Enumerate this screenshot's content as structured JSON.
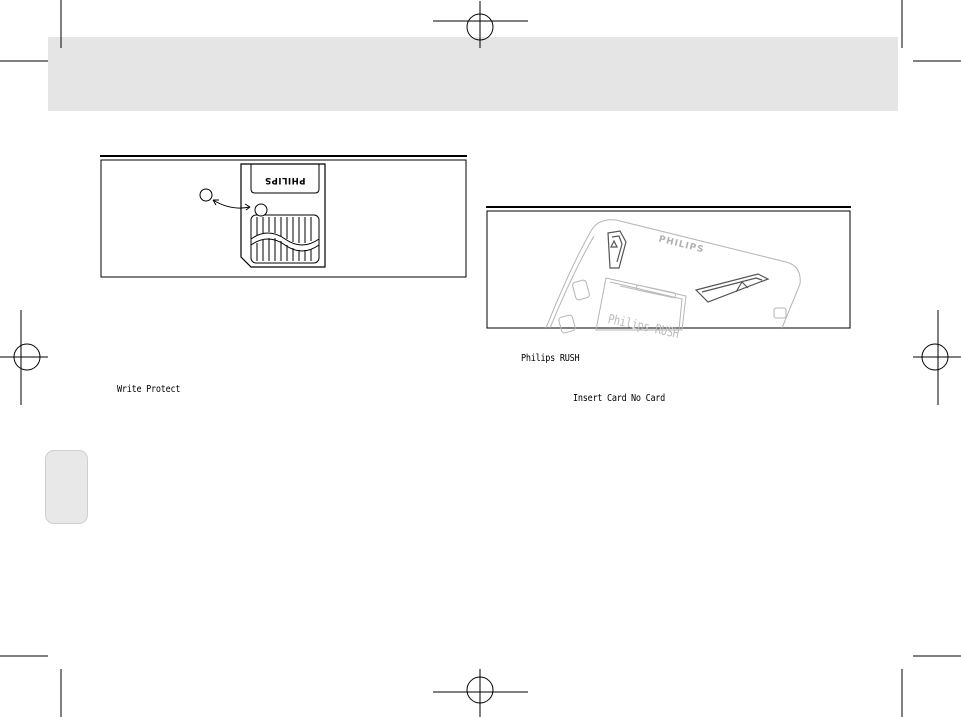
{
  "figure_left": {
    "card_brand": "PHILIPS"
  },
  "figure_right": {
    "device_brand": "PHILIPS",
    "screen_text": "Philips RUSH"
  },
  "text": {
    "write_protect": "Write Protect",
    "philips_rush": "Philips RUSH",
    "insert_card": "Insert Card",
    "no_card": "No Card"
  },
  "colors": {
    "header_band": "#e5e5e5",
    "side_tab": "#e8e8e8"
  }
}
